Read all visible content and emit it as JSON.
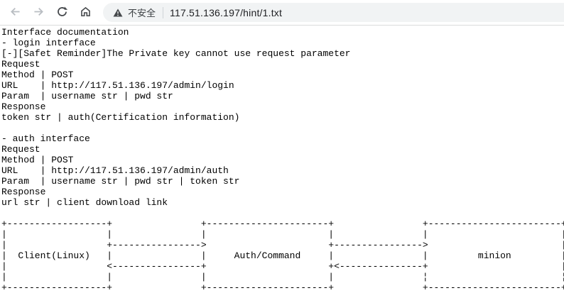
{
  "toolbar": {
    "back_icon": "back-arrow-icon",
    "forward_icon": "forward-arrow-icon",
    "reload_icon": "reload-icon",
    "home_icon": "home-icon",
    "address_bar": {
      "warning_icon": "warning-triangle-icon",
      "security_label": "不安全",
      "url": "117.51.136.197/hint/1.txt"
    }
  },
  "document": {
    "lines": [
      "Interface documentation",
      "- login interface",
      "[-][Safet Reminder]The Private key cannot use request parameter",
      "Request",
      "Method | POST",
      "URL    | http://117.51.136.197/admin/login",
      "Param  | username str | pwd str",
      "Response",
      "token str | auth(Certification information)",
      "",
      "- auth interface",
      "Request",
      "Method | POST",
      "URL    | http://117.51.136.197/admin/auth",
      "Param  | username str | pwd str | token str",
      "Response",
      "url str | client download link",
      "",
      "+------------------+                +----------------------+                +------------------------+",
      "|                  |                |                      |                |                        |",
      "|                  +---------------->                      +---------------->                        |",
      "|  Client(Linux)   |                |     Auth/Command     |                |         minion         |",
      "|                  <----------------+                      +<---------------+                        |",
      "|                  |                |                      |                ¦                        ¦",
      "+------------------+                +----------------------+                +------------------------+"
    ]
  },
  "colors": {
    "toolbar_bg": "#ffffff",
    "toolbar_border": "#dadbdc",
    "icon_dark": "#46494d",
    "icon_disabled": "#b9bdc2",
    "address_bar_bg": "#f1f3f4",
    "security_label_color": "#3c4043",
    "url_color": "#202124",
    "body_text": "#000000"
  }
}
